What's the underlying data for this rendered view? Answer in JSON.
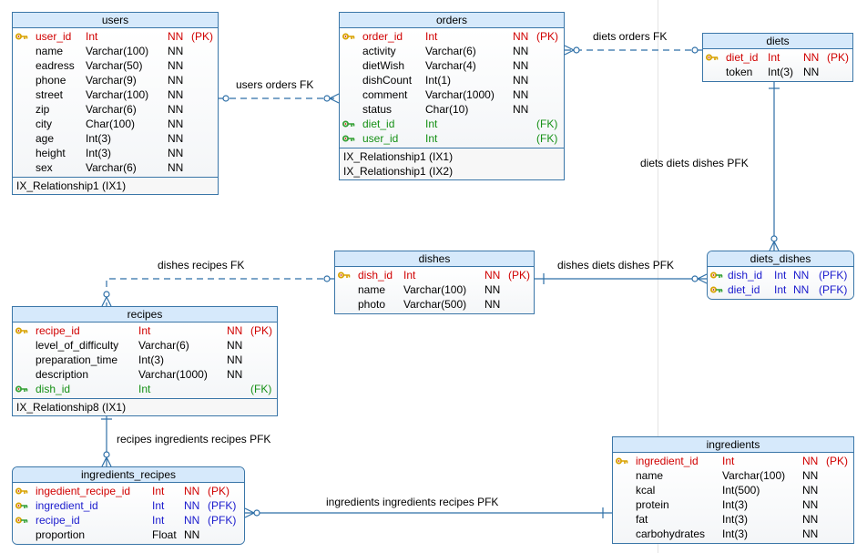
{
  "diagram": {
    "tables": [
      {
        "id": "users",
        "name": "users",
        "columns": [
          {
            "name": "user_id",
            "type": "Int",
            "nn": "NN",
            "key": "(PK)",
            "role": "pk"
          },
          {
            "name": "name",
            "type": "Varchar(100)",
            "nn": "NN",
            "key": "",
            "role": ""
          },
          {
            "name": "eadress",
            "type": "Varchar(50)",
            "nn": "NN",
            "key": "",
            "role": ""
          },
          {
            "name": "phone",
            "type": "Varchar(9)",
            "nn": "NN",
            "key": "",
            "role": ""
          },
          {
            "name": "street",
            "type": "Varchar(100)",
            "nn": "NN",
            "key": "",
            "role": ""
          },
          {
            "name": "zip",
            "type": "Varchar(6)",
            "nn": "NN",
            "key": "",
            "role": ""
          },
          {
            "name": "city",
            "type": "Char(100)",
            "nn": "NN",
            "key": "",
            "role": ""
          },
          {
            "name": "age",
            "type": "Int(3)",
            "nn": "NN",
            "key": "",
            "role": ""
          },
          {
            "name": "height",
            "type": "Int(3)",
            "nn": "NN",
            "key": "",
            "role": ""
          },
          {
            "name": "sex",
            "type": "Varchar(6)",
            "nn": "NN",
            "key": "",
            "role": ""
          }
        ],
        "indexes": [
          "IX_Relationship1 (IX1)"
        ]
      },
      {
        "id": "orders",
        "name": "orders",
        "columns": [
          {
            "name": "order_id",
            "type": "Int",
            "nn": "NN",
            "key": "(PK)",
            "role": "pk"
          },
          {
            "name": "activity",
            "type": "Varchar(6)",
            "nn": "NN",
            "key": "",
            "role": ""
          },
          {
            "name": "dietWish",
            "type": "Varchar(4)",
            "nn": "NN",
            "key": "",
            "role": ""
          },
          {
            "name": "dishCount",
            "type": "Int(1)",
            "nn": "NN",
            "key": "",
            "role": ""
          },
          {
            "name": "comment",
            "type": "Varchar(1000)",
            "nn": "NN",
            "key": "",
            "role": ""
          },
          {
            "name": "status",
            "type": "Char(10)",
            "nn": "NN",
            "key": "",
            "role": ""
          },
          {
            "name": "diet_id",
            "type": "Int",
            "nn": "",
            "key": "(FK)",
            "role": "fk"
          },
          {
            "name": "user_id",
            "type": "Int",
            "nn": "",
            "key": "(FK)",
            "role": "fk"
          }
        ],
        "indexes": [
          "IX_Relationship1 (IX1)",
          "IX_Relationship1 (IX2)"
        ]
      },
      {
        "id": "diets",
        "name": "diets",
        "columns": [
          {
            "name": "diet_id",
            "type": "Int",
            "nn": "NN",
            "key": "(PK)",
            "role": "pk"
          },
          {
            "name": "token",
            "type": "Int(3)",
            "nn": "NN",
            "key": "",
            "role": ""
          }
        ],
        "indexes": []
      },
      {
        "id": "dishes",
        "name": "dishes",
        "columns": [
          {
            "name": "dish_id",
            "type": "Int",
            "nn": "NN",
            "key": "(PK)",
            "role": "pk"
          },
          {
            "name": "name",
            "type": "Varchar(100)",
            "nn": "NN",
            "key": "",
            "role": ""
          },
          {
            "name": "photo",
            "type": "Varchar(500)",
            "nn": "NN",
            "key": "",
            "role": ""
          }
        ],
        "indexes": []
      },
      {
        "id": "diets_dishes",
        "name": "diets_dishes",
        "columns": [
          {
            "name": "dish_id",
            "type": "Int",
            "nn": "NN",
            "key": "(PFK)",
            "role": "pfk"
          },
          {
            "name": "diet_id",
            "type": "Int",
            "nn": "NN",
            "key": "(PFK)",
            "role": "pfk"
          }
        ],
        "indexes": []
      },
      {
        "id": "recipes",
        "name": "recipes",
        "columns": [
          {
            "name": "recipe_id",
            "type": "Int",
            "nn": "NN",
            "key": "(PK)",
            "role": "pk"
          },
          {
            "name": "level_of_difficulty",
            "type": "Varchar(6)",
            "nn": "NN",
            "key": "",
            "role": ""
          },
          {
            "name": "preparation_time",
            "type": "Int(3)",
            "nn": "NN",
            "key": "",
            "role": ""
          },
          {
            "name": "description",
            "type": "Varchar(1000)",
            "nn": "NN",
            "key": "",
            "role": ""
          },
          {
            "name": "dish_id",
            "type": "Int",
            "nn": "",
            "key": "(FK)",
            "role": "fk"
          }
        ],
        "indexes": [
          "IX_Relationship8 (IX1)"
        ]
      },
      {
        "id": "ingredients_recipes",
        "name": "ingredients_recipes",
        "columns": [
          {
            "name": "ingedient_recipe_id",
            "type": "Int",
            "nn": "NN",
            "key": "(PK)",
            "role": "pk"
          },
          {
            "name": "ingredient_id",
            "type": "Int",
            "nn": "NN",
            "key": "(PFK)",
            "role": "pfk"
          },
          {
            "name": "recipe_id",
            "type": "Int",
            "nn": "NN",
            "key": "(PFK)",
            "role": "pfk"
          },
          {
            "name": "proportion",
            "type": "Float",
            "nn": "NN",
            "key": "",
            "role": ""
          }
        ],
        "indexes": []
      },
      {
        "id": "ingredients",
        "name": "ingredients",
        "columns": [
          {
            "name": "ingredient_id",
            "type": "Int",
            "nn": "NN",
            "key": "(PK)",
            "role": "pk"
          },
          {
            "name": "name",
            "type": "Varchar(100)",
            "nn": "NN",
            "key": "",
            "role": ""
          },
          {
            "name": "kcal",
            "type": "Int(500)",
            "nn": "NN",
            "key": "",
            "role": ""
          },
          {
            "name": "protein",
            "type": "Int(3)",
            "nn": "NN",
            "key": "",
            "role": ""
          },
          {
            "name": "fat",
            "type": "Int(3)",
            "nn": "NN",
            "key": "",
            "role": ""
          },
          {
            "name": "carbohydrates",
            "type": "Int(3)",
            "nn": "NN",
            "key": "",
            "role": ""
          }
        ],
        "indexes": []
      }
    ],
    "relationships": [
      {
        "id": "users-orders",
        "label": "users orders FK",
        "style": "dashed"
      },
      {
        "id": "diets-orders",
        "label": "diets orders FK",
        "style": "dashed"
      },
      {
        "id": "diets-dietsdishes",
        "label": "diets diets dishes PFK",
        "style": "solid"
      },
      {
        "id": "dishes-dietsdishes",
        "label": "dishes diets dishes PFK",
        "style": "solid"
      },
      {
        "id": "dishes-recipes",
        "label": "dishes recipes FK",
        "style": "dashed"
      },
      {
        "id": "recipes-ingrec",
        "label": "recipes ingredients recipes PFK",
        "style": "solid"
      },
      {
        "id": "ingredients-ingrec",
        "label": "ingredients ingredients recipes PFK",
        "style": "solid"
      }
    ],
    "colors": {
      "border": "#3a76a8",
      "header": "#d6e9fb",
      "line": "#2e6fa7",
      "pk": "#d00000",
      "fk": "#159015",
      "pfk": "#1a1acd",
      "key_gold": "#d8a200",
      "key_green": "#34a034"
    },
    "icons": {
      "pk": "gold-key-icon",
      "fk": "green-key-icon",
      "pfk": "gold-green-key-icon"
    }
  }
}
